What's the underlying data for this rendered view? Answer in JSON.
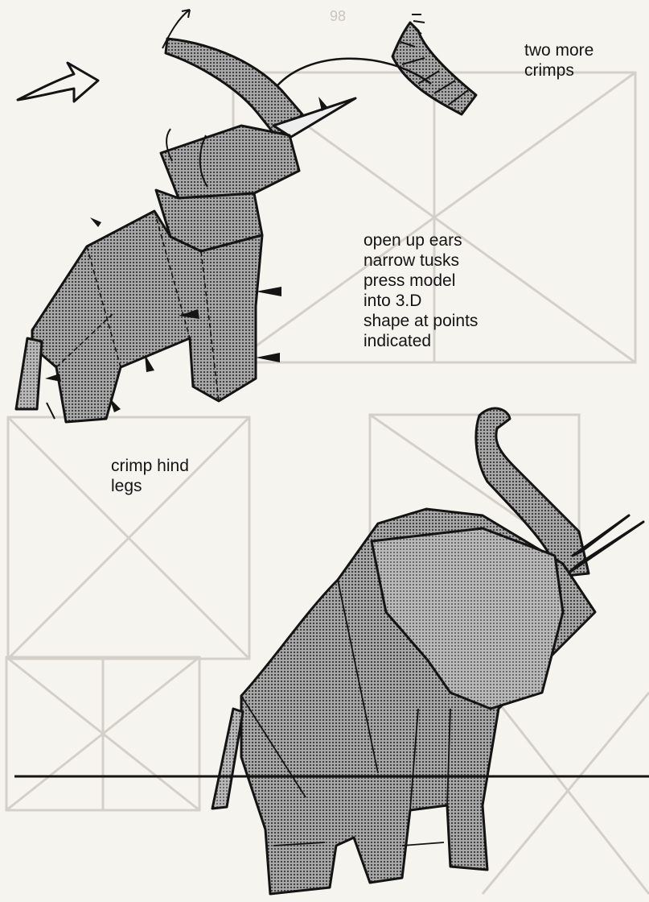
{
  "page_number": "98",
  "notes": {
    "crimps": [
      "two more",
      "crimps"
    ],
    "ears": [
      "open up ears",
      "narrow tusks",
      "press model",
      "into 3.D",
      "shape at points",
      "indicated"
    ],
    "hind": [
      "crimp hind",
      "legs"
    ]
  },
  "colors": {
    "paper": "#f6f4ee",
    "ink": "#141414",
    "body_tone": "#8f8f8f",
    "show_through": "#cfcdc6"
  }
}
